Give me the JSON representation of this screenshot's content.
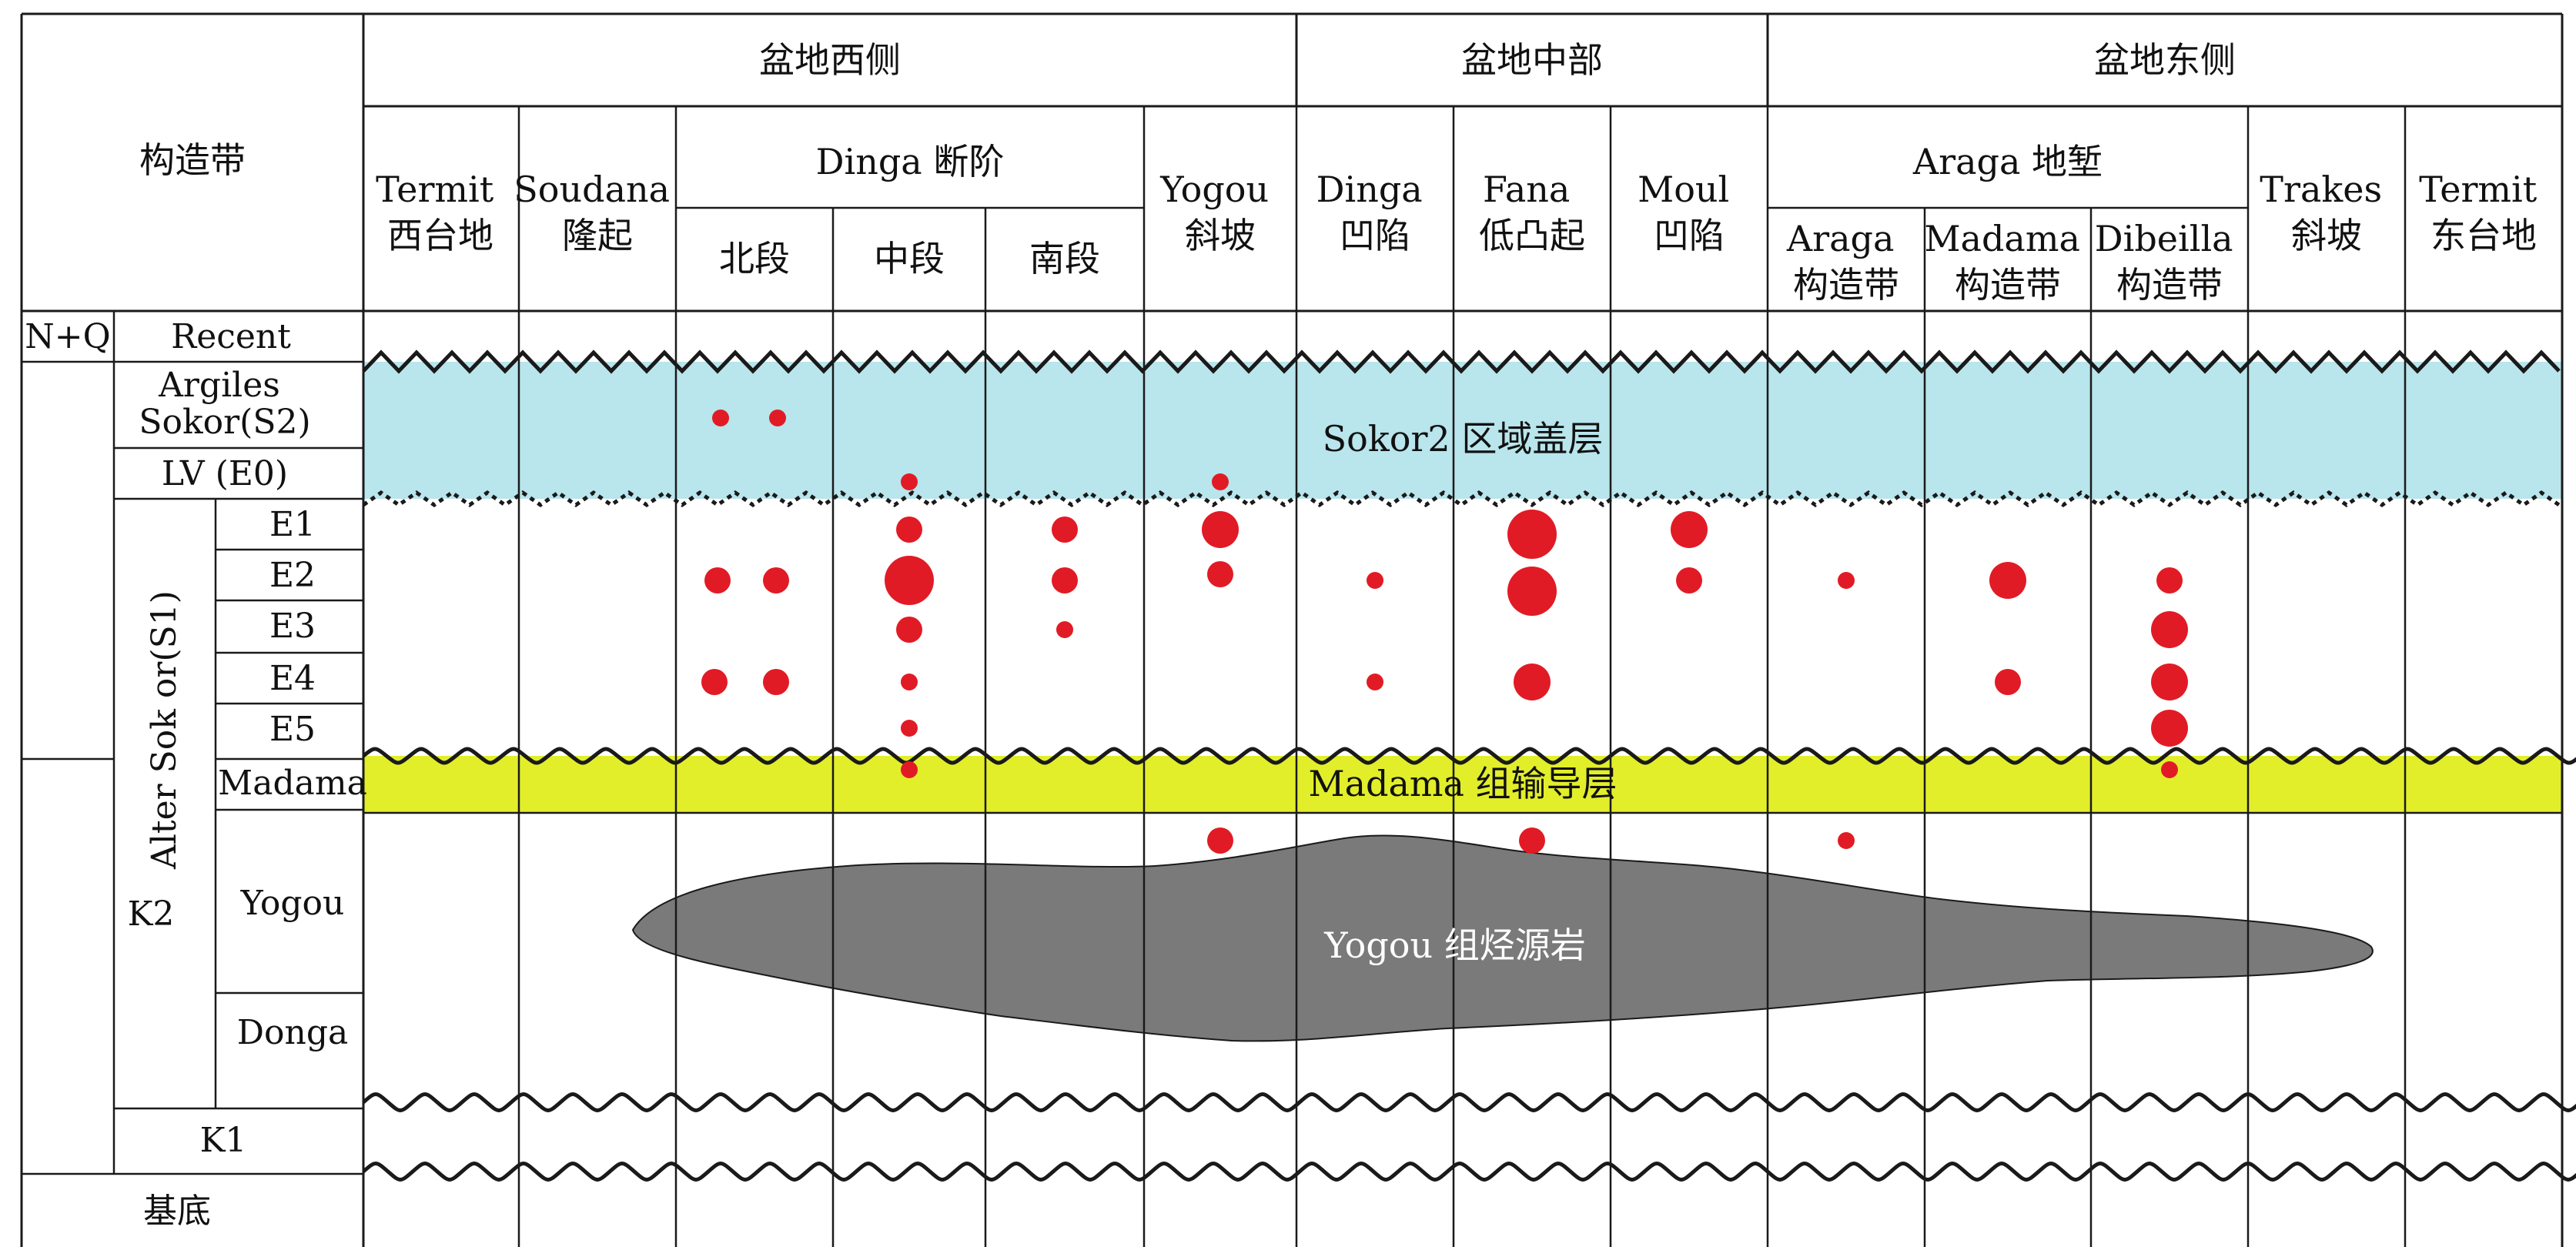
{
  "header": {
    "structure_zone": "构造带",
    "west_basin": "盆地西侧",
    "central_basin": "盆地中部",
    "east_basin": "盆地东侧"
  },
  "zones": {
    "termit_west": [
      "Termit",
      "西台地"
    ],
    "soudana": [
      "Soudana",
      "隆起"
    ],
    "dinga_step": "Dinga 断阶",
    "north": "北段",
    "middle": "中段",
    "south": "南段",
    "yogou_slope": [
      "Yogou",
      "斜坡"
    ],
    "dinga_sag": [
      "Dinga",
      "凹陷"
    ],
    "fana": [
      "Fana",
      "低凸起"
    ],
    "moul": [
      "Moul",
      "凹陷"
    ],
    "araga_graben": "Araga 地堑",
    "araga_belt": [
      "Araga",
      "构造带"
    ],
    "madama_belt": [
      "Madama",
      "构造带"
    ],
    "dibeilla_belt": [
      "Dibeilla",
      "构造带"
    ],
    "trakes": [
      "Trakes",
      "斜坡"
    ],
    "termit_east": [
      "Termit",
      "东台地"
    ]
  },
  "strata": {
    "nq": "N+Q",
    "recent": "Recent",
    "argiles": [
      "Argiles",
      "Sokor(S2)"
    ],
    "lv": "LV (E0)",
    "alter_sokor": "Alter Sok or(S1)",
    "k2": "K2",
    "e1": "E1",
    "e2": "E2",
    "e3": "E3",
    "e4": "E4",
    "e5": "E5",
    "madama": "Madama",
    "yogou": "Yogou",
    "donga": "Donga",
    "k1": "K1",
    "basement": "基底"
  },
  "layers": {
    "sokor2_cap": "Sokor2 区域盖层",
    "madama_carrier": "Madama 组输导层",
    "yogou_source": "Yogou 组烃源岩"
  },
  "colors": {
    "cap_rock": "#b9e5ec",
    "carrier_bed": "#e2ee2a",
    "source_rock": "#7b7a7b",
    "oil_show": "#e11b25",
    "line": "#1a1a1a"
  },
  "occurrence_levels": [
    "Argiles Sokor(S2)",
    "LV (E0)",
    "E1",
    "E2",
    "E3",
    "E4",
    "E5",
    "Madama",
    "Yogou"
  ],
  "occurrences": [
    {
      "zone": "Dinga 断阶 北段",
      "level": "Argiles Sokor(S2)",
      "size": "small"
    },
    {
      "zone": "Dinga 断阶 北段",
      "level": "Argiles Sokor(S2)",
      "size": "small"
    },
    {
      "zone": "Dinga 断阶 北段",
      "level": "E2",
      "size": "medium"
    },
    {
      "zone": "Dinga 断阶 北段",
      "level": "E2",
      "size": "medium"
    },
    {
      "zone": "Dinga 断阶 北段",
      "level": "E4",
      "size": "medium"
    },
    {
      "zone": "Dinga 断阶 北段",
      "level": "E4",
      "size": "medium"
    },
    {
      "zone": "Dinga 断阶 中段",
      "level": "LV (E0)",
      "size": "small"
    },
    {
      "zone": "Dinga 断阶 中段",
      "level": "E1",
      "size": "medium"
    },
    {
      "zone": "Dinga 断阶 中段",
      "level": "E2",
      "size": "very large"
    },
    {
      "zone": "Dinga 断阶 中段",
      "level": "E3",
      "size": "medium"
    },
    {
      "zone": "Dinga 断阶 中段",
      "level": "E4",
      "size": "small"
    },
    {
      "zone": "Dinga 断阶 中段",
      "level": "E5",
      "size": "small"
    },
    {
      "zone": "Dinga 断阶 中段",
      "level": "Madama",
      "size": "small"
    },
    {
      "zone": "Dinga 断阶 南段",
      "level": "E1",
      "size": "medium"
    },
    {
      "zone": "Dinga 断阶 南段",
      "level": "E2",
      "size": "medium"
    },
    {
      "zone": "Dinga 断阶 南段",
      "level": "E3",
      "size": "small"
    },
    {
      "zone": "Yogou 斜坡",
      "level": "LV (E0)",
      "size": "small"
    },
    {
      "zone": "Yogou 斜坡",
      "level": "E1",
      "size": "large"
    },
    {
      "zone": "Yogou 斜坡",
      "level": "E2",
      "size": "medium"
    },
    {
      "zone": "Yogou 斜坡",
      "level": "Yogou",
      "size": "medium"
    },
    {
      "zone": "Dinga 凹陷",
      "level": "E2",
      "size": "small"
    },
    {
      "zone": "Dinga 凹陷",
      "level": "E4",
      "size": "small"
    },
    {
      "zone": "Fana 低凸起",
      "level": "E1",
      "size": "very large"
    },
    {
      "zone": "Fana 低凸起",
      "level": "E2",
      "size": "very large"
    },
    {
      "zone": "Fana 低凸起",
      "level": "E4",
      "size": "large"
    },
    {
      "zone": "Fana 低凸起",
      "level": "Yogou",
      "size": "medium"
    },
    {
      "zone": "Moul 凹陷",
      "level": "E1",
      "size": "large"
    },
    {
      "zone": "Moul 凹陷",
      "level": "E2",
      "size": "medium"
    },
    {
      "zone": "Araga 构造带",
      "level": "E2",
      "size": "small"
    },
    {
      "zone": "Araga 构造带",
      "level": "Yogou",
      "size": "small"
    },
    {
      "zone": "Madama 构造带",
      "level": "E2",
      "size": "large"
    },
    {
      "zone": "Madama 构造带",
      "level": "E4",
      "size": "medium"
    },
    {
      "zone": "Dibeilla 构造带",
      "level": "E2",
      "size": "medium"
    },
    {
      "zone": "Dibeilla 构造带",
      "level": "E3",
      "size": "large"
    },
    {
      "zone": "Dibeilla 构造带",
      "level": "E4",
      "size": "large"
    },
    {
      "zone": "Dibeilla 构造带",
      "level": "E5",
      "size": "large"
    },
    {
      "zone": "Dibeilla 构造带",
      "level": "Madama",
      "size": "small"
    }
  ]
}
